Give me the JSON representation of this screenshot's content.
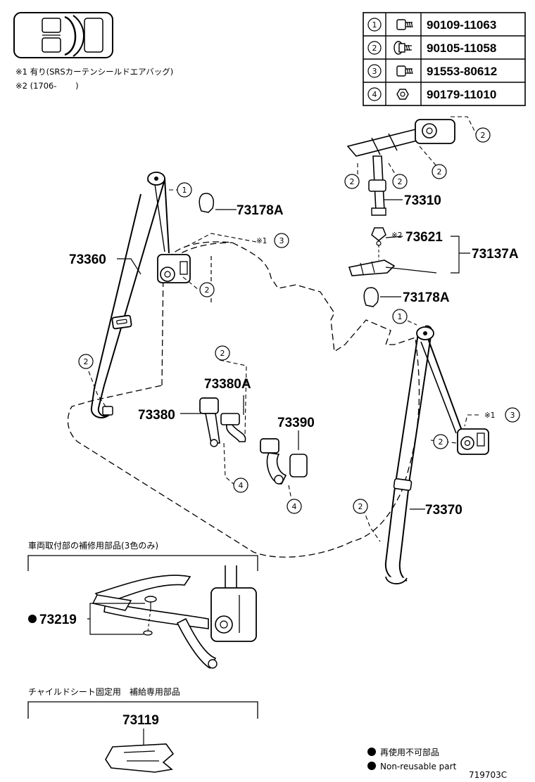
{
  "notes": {
    "note1": "※1 有り(SRSカーテンシールドエアバッグ)",
    "note2": "※2 (1706-　　 )"
  },
  "bolt_table": [
    {
      "index": "1",
      "part_number": "90109-11063",
      "icon": "bolt-icon"
    },
    {
      "index": "2",
      "part_number": "90105-11058",
      "icon": "flange-bolt-icon"
    },
    {
      "index": "3",
      "part_number": "91553-80612",
      "icon": "bolt-icon"
    },
    {
      "index": "4",
      "part_number": "90179-11010",
      "icon": "nut-icon"
    }
  ],
  "callout_numbers": {
    "c1": "1",
    "c2": "2",
    "c3": "3",
    "c4": "4"
  },
  "marks": {
    "m1": "※1",
    "m2": "※2"
  },
  "parts": {
    "p73178a": "73178A",
    "p73360": "73360",
    "p73310": "73310",
    "p73621": "73621",
    "p73137a": "73137A",
    "p73380a": "73380A",
    "p73380": "73380",
    "p73390": "73390",
    "p73370": "73370",
    "p73219": "73219",
    "p73119": "73119"
  },
  "sections": {
    "repair_parts": "車両取付部の補修用部品(3色のみ)",
    "child_seat": "チャイルドシート固定用　補給専用部品"
  },
  "legend": {
    "non_reusable_jp": "再使用不可部品",
    "non_reusable_en": "Non-reusable part"
  },
  "diagram_code": "719703C"
}
